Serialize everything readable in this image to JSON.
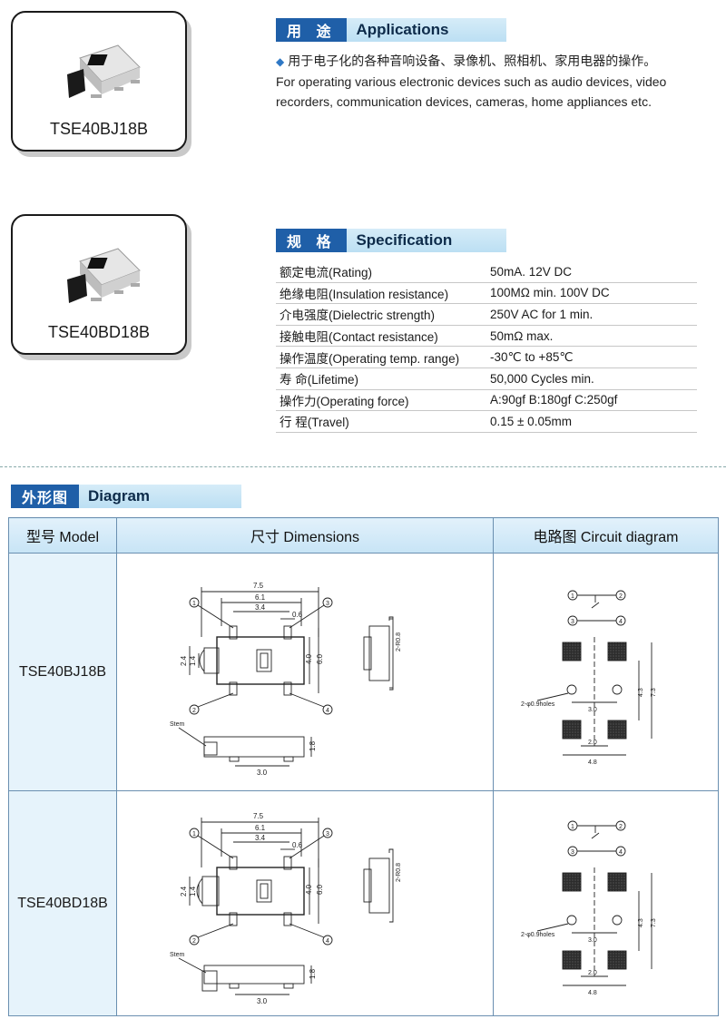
{
  "products": [
    {
      "name": "TSE40BJ18B"
    },
    {
      "name": "TSE40BD18B"
    }
  ],
  "applications": {
    "title_zh": "用 途",
    "title_en": "Applications",
    "text_zh": "用于电子化的各种音响设备、录像机、照相机、家用电器的操作。",
    "text_en": "For operating various electronic devices such as audio devices, video recorders, communication devices, cameras, home appliances etc."
  },
  "specification": {
    "title_zh": "规 格",
    "title_en": "Specification",
    "rows": [
      {
        "label": "额定电流(Rating)",
        "value": "50mA. 12V DC"
      },
      {
        "label": "绝缘电阻(Insulation resistance)",
        "value": "100MΩ min. 100V DC"
      },
      {
        "label": "介电强度(Dielectric strength)",
        "value": "250V AC for 1 min."
      },
      {
        "label": "接触电阻(Contact resistance)",
        "value": "50mΩ max."
      },
      {
        "label": "操作温度(Operating temp. range)",
        "value": "-30℃ to +85℃"
      },
      {
        "label": "寿  命(Lifetime)",
        "value": "50,000 Cycles min."
      },
      {
        "label": "操作力(Operating force)",
        "value": "A:90gf  B:180gf  C:250gf"
      },
      {
        "label": "行  程(Travel)",
        "value": "0.15 ± 0.05mm"
      }
    ]
  },
  "diagram": {
    "title_zh": "外形图",
    "title_en": "Diagram",
    "headers": {
      "model": "型号 Model",
      "dims": "尺寸 Dimensions",
      "circuit": "电路图 Circuit diagram"
    },
    "rows": [
      {
        "model": "TSE40BJ18B"
      },
      {
        "model": "TSE40BD18B"
      }
    ],
    "dim_labels": {
      "d75": "7.5",
      "d61": "6.1",
      "d34": "3.4",
      "d06": "0.6",
      "d24": "2.4",
      "d14": "1.4",
      "d40": "4.0",
      "d60": "6.0",
      "d208": "2-R0.8",
      "d18": "1.8",
      "d30": "3.0",
      "stem": "Stem",
      "p1": "1",
      "p2": "2",
      "p3": "3",
      "p4": "4"
    },
    "circuit_labels": {
      "holes": "2-φ0.9holes",
      "c30": "3.0",
      "c43": "4.3",
      "c73": "7.3",
      "c20": "2.0",
      "c48": "4.8"
    }
  }
}
